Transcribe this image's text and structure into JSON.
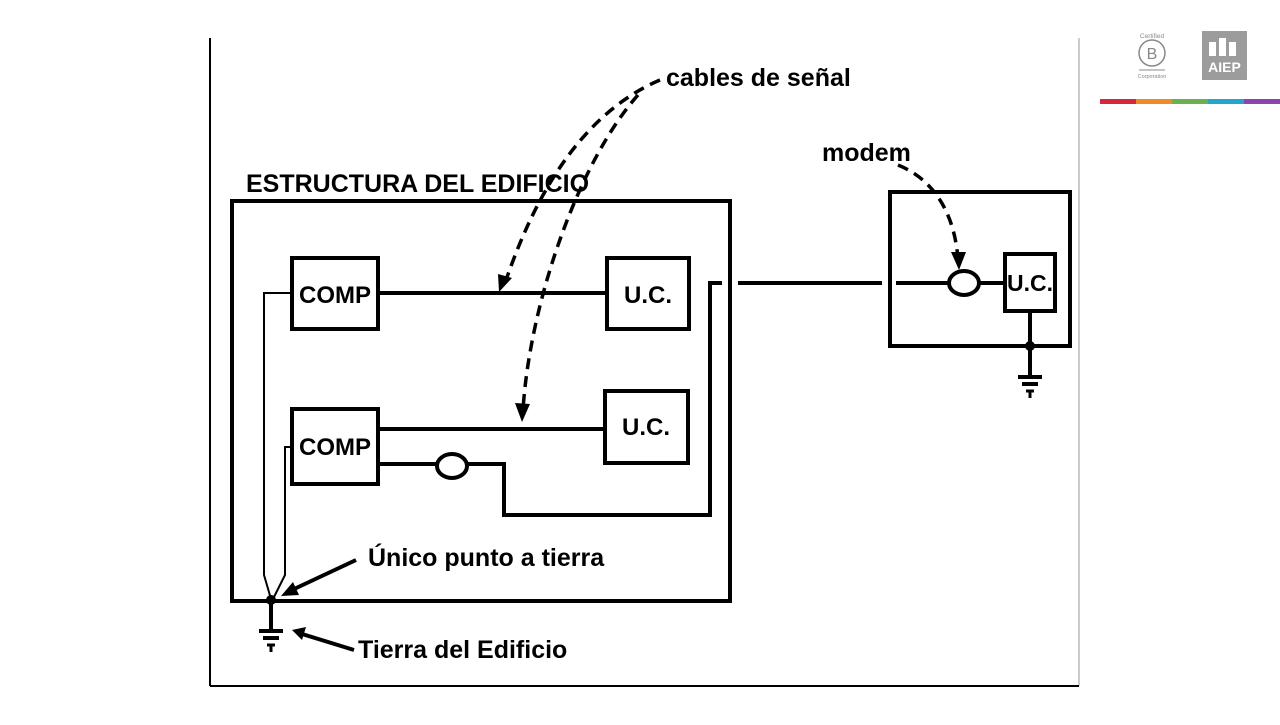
{
  "diagram": {
    "labels": {
      "signal_cables": "cables de señal",
      "modem": "modem",
      "building_structure": "ESTRUCTURA DEL EDIFICIO",
      "single_ground_point": "Único punto a tierra",
      "building_ground": "Tierra del Edificio"
    },
    "nodes": {
      "comp_top": "COMP",
      "uc_top": "U.C.",
      "comp_bottom": "COMP",
      "uc_bottom": "U.C.",
      "uc_remote": "U.C."
    }
  },
  "branding": {
    "bcorp": {
      "top_text": "Certified",
      "letter": "B",
      "bottom_text": "Corporation"
    },
    "aiep": {
      "text": "AIEP"
    },
    "stripe_colors": [
      "#d7263d",
      "#f08a24",
      "#6ab04c",
      "#22a6c9",
      "#8e44ad"
    ]
  }
}
